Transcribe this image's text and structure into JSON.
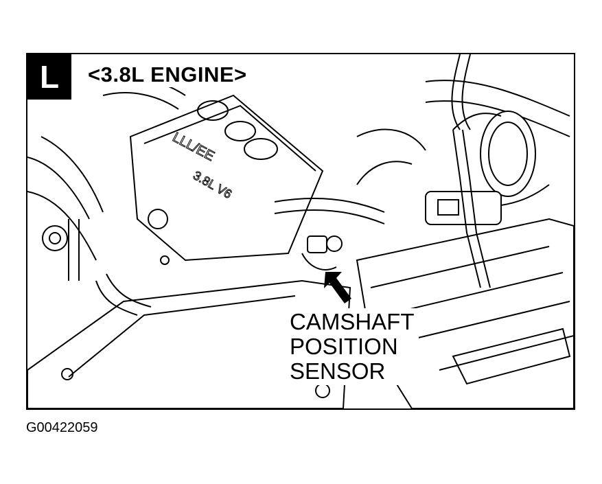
{
  "badge": "L",
  "title": "<3.8L ENGINE>",
  "callout": {
    "lines": [
      "CAMSHAFT",
      "POSITION",
      "SENSOR"
    ]
  },
  "engine_marking": [
    "LLL/EE",
    "3.8L V6"
  ],
  "figure_id": "G00422059"
}
